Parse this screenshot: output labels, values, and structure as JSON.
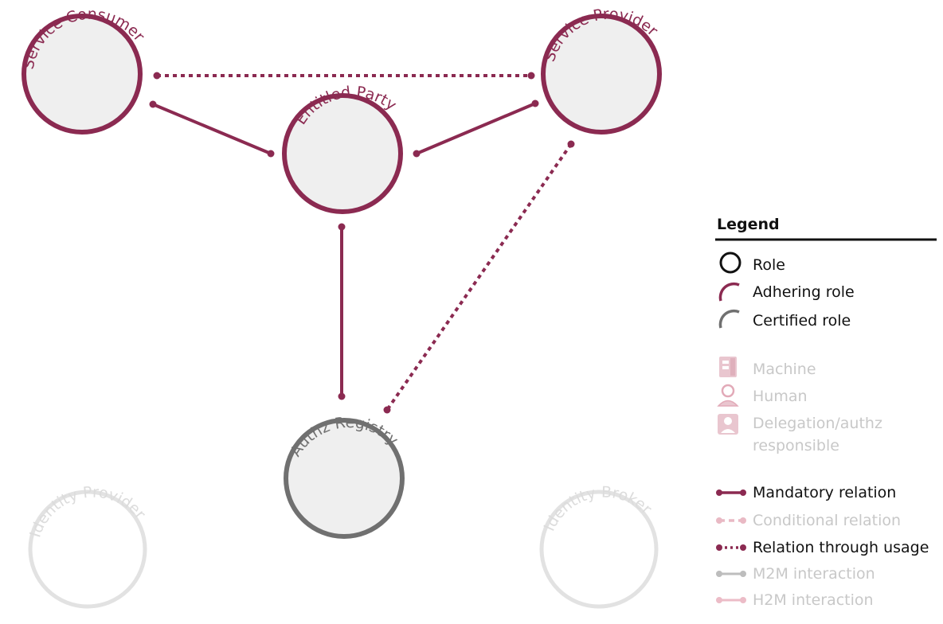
{
  "colors": {
    "adhering": "#8b2a51",
    "certified": "#707070",
    "faded": "#d8d8d8",
    "faded_text": "#c8c8c8",
    "faded_red": "#e9b9c4",
    "node_fill": "#efefef",
    "role": "#111111"
  },
  "nodes": {
    "service_consumer": "Service Consumer",
    "service_provider": "Service Provider",
    "entitled_party": "Entitled Party",
    "authz_registry": "Authz Registry",
    "identity_provider": "Identity Provider",
    "identity_broker": "Identity Broker"
  },
  "edges": [
    {
      "from": "service_consumer",
      "to": "service_provider",
      "type": "relation-through-usage"
    },
    {
      "from": "service_consumer",
      "to": "entitled_party",
      "type": "mandatory-relation"
    },
    {
      "from": "service_provider",
      "to": "entitled_party",
      "type": "mandatory-relation"
    },
    {
      "from": "entitled_party",
      "to": "authz_registry",
      "type": "mandatory-relation"
    },
    {
      "from": "service_provider",
      "to": "authz_registry",
      "type": "relation-through-usage"
    }
  ],
  "legend": {
    "title": "Legend",
    "role": "Role",
    "adhering_role": "Adhering role",
    "certified_role": "Certified role",
    "machine": "Machine",
    "human": "Human",
    "delegation_line1": "Delegation/authz",
    "delegation_line2": "responsible",
    "mandatory": "Mandatory relation",
    "conditional": "Conditional relation",
    "usage": "Relation through usage",
    "m2m": "M2M interaction",
    "h2m": "H2M interaction"
  }
}
